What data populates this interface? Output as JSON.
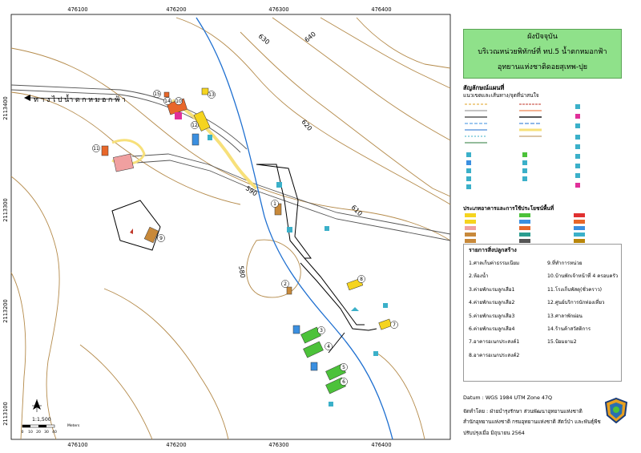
{
  "map": {
    "x_ticks": [
      "476100",
      "476200",
      "476300",
      "476400"
    ],
    "y_ticks": [
      "2113400",
      "2113300",
      "2113200",
      "2113100"
    ],
    "contours": [
      "640",
      "630",
      "620",
      "610",
      "590",
      "580"
    ],
    "road_label": "ทางไปน้ำตกหมอกฟ้า",
    "markers": [
      "1",
      "2",
      "3",
      "4",
      "5",
      "6",
      "7",
      "8",
      "9",
      "10",
      "11",
      "12",
      "13",
      "14",
      "15"
    ],
    "scale_text": "1:1,500",
    "scale_ticks": [
      "0",
      "10",
      "20",
      "30",
      "40"
    ],
    "scale_unit": "Meters",
    "colors": {
      "contour": "#b48a4a",
      "stream": "#1e6fd0",
      "road_fill": "#f7e07a",
      "building_orange": "#e8672a",
      "building_yellow": "#f5d41f",
      "building_blue": "#3b8fe0",
      "building_green": "#4cc23a"
    }
  },
  "panel": {
    "title_lines": [
      "ผังปัจจุบัน",
      "บริเวณหน่วยพิทักษ์ที่ ทป.5 น้ำตกหมอกฟ้า",
      "อุทยานแห่งชาติดอยสุเทพ-ปุย"
    ],
    "legend_heading": "สัญลักษณ์แผนที่",
    "legend_subheading": "แนวเขตและเส้นทาง/จุดที่น่าสนใจ",
    "building_heading": "ประเภทอาคารและการใช้ประโยชน์พื้นที่",
    "building_list_heading": "รายการสิ่งปลูกสร้าง",
    "buildings_left": [
      "1.ศาลเก็บค่าธรรมเนียม",
      "2.ห้องน้ำ",
      "3.ค่ายพักแรมลูกเสือ1",
      "4.ค่ายพักแรมลูกเสือ2",
      "5.ค่ายพักแรมลูกเสือ3",
      "6.ค่ายพักแรมลูกเสือ4",
      "7.อาคารอเนกประสงค์1",
      "8.อาคารอเนกประสงค์2"
    ],
    "buildings_right": [
      "9.ที่ทำการหน่วย",
      "10.บ้านพักเจ้าหน้าที่ 4 ครอบครัว",
      "11.โรงเก็บพัสดุ(ชั่วคราว)",
      "12.ศูนย์บริการนักท่องเที่ยว",
      "13.ศาลาพักผ่อน",
      "14.ร้านค้าสวัสดิการ",
      "15.ป้อมยาม2"
    ],
    "datum": "Datum   :  WGS 1984 UTM Zone 47Q",
    "made_by": "จัดทำโดย  :  ฝ่ายบำรุงรักษา ส่วนพัฒนาอุทยานแห่งชาติ",
    "office": "สำนักอุทยานแห่งชาติ  กรมอุทยานแห่งชาติ สัตว์ป่า และพันธุ์พืช",
    "updated": "ปรับปรุงเมื่อ มิถุนายน 2564"
  }
}
